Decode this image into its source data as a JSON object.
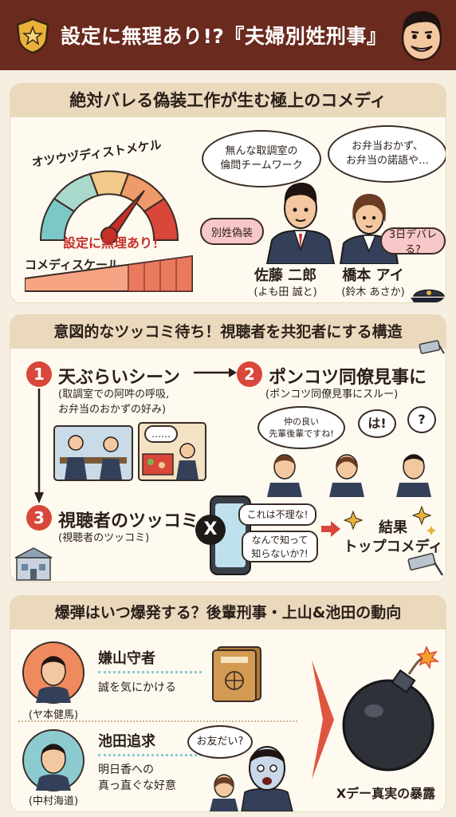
{
  "header": {
    "title": "設定に無理あり!?『夫婦別姓刑事』"
  },
  "section1": {
    "title": "絶対バレる偽装工作が生む極上のコメディ",
    "gauge_label": "オツウヅディストメケル",
    "gauge_warning": "設定に無理あり！",
    "scale_label": "コメディスケール",
    "thought1": [
      "無んな取調室の",
      "倫問チームワーク"
    ],
    "thought2": [
      "お弁当おかず、",
      "お弁当の諾語や…"
    ],
    "pill_left": "別姓偽装",
    "pill_right": "3日デバレる?",
    "char1_name": "佐藤 二郎",
    "char1_actor": "(よも田 誠と)",
    "char2_name": "橋本 アイ",
    "char2_actor": "(鈴木 あさか)"
  },
  "section2": {
    "title": "意図的なツッコミ待ち！視聴者を共犯者にする構造",
    "step1_num": "1",
    "step1_title": "天ぶらいシーン",
    "step1_sub": [
      "(取調室での阿吽の呼吸,",
      "お弁当のおかずの好み)"
    ],
    "step2_num": "2",
    "step2_title": "ポンコツ同僚見事に",
    "step2_sub": "(ポンコツ同僚見事にスルー)",
    "bubble_praise": [
      "仲の良い",
      "先輩後輩ですね!"
    ],
    "bubble_ha": "は!",
    "bubble_q": "?",
    "dots": "……",
    "step3_num": "3",
    "step3_title": "視聴者のツッコミ",
    "step3_sub": "(視聴者のツッコミ)",
    "x_logo": "X",
    "phone_bubble1": "これは不理な!",
    "phone_bubble2": [
      "なんで知って",
      "知らないか?!"
    ],
    "result_line1": "結果",
    "result_line2": "トップコメディ"
  },
  "section3": {
    "title": "爆弾はいつ爆発する？後輩刑事・上山&池田の動向",
    "person1_role": "嫌山守者",
    "person1_desc": "誠を気にかける",
    "person1_actor": "(ヤ本健馬)",
    "person2_role": "池田追求",
    "person2_desc": [
      "明日香への",
      "真っ直ぐな好意"
    ],
    "person2_actor": "(中村海道)",
    "bubble_friend": "お友だい?",
    "bomb_caption": "Xデー真実の暴露"
  },
  "colors": {
    "header_bg": "#6b2a1e",
    "accent_red": "#d9463a",
    "section_band": "#ead9bd"
  }
}
